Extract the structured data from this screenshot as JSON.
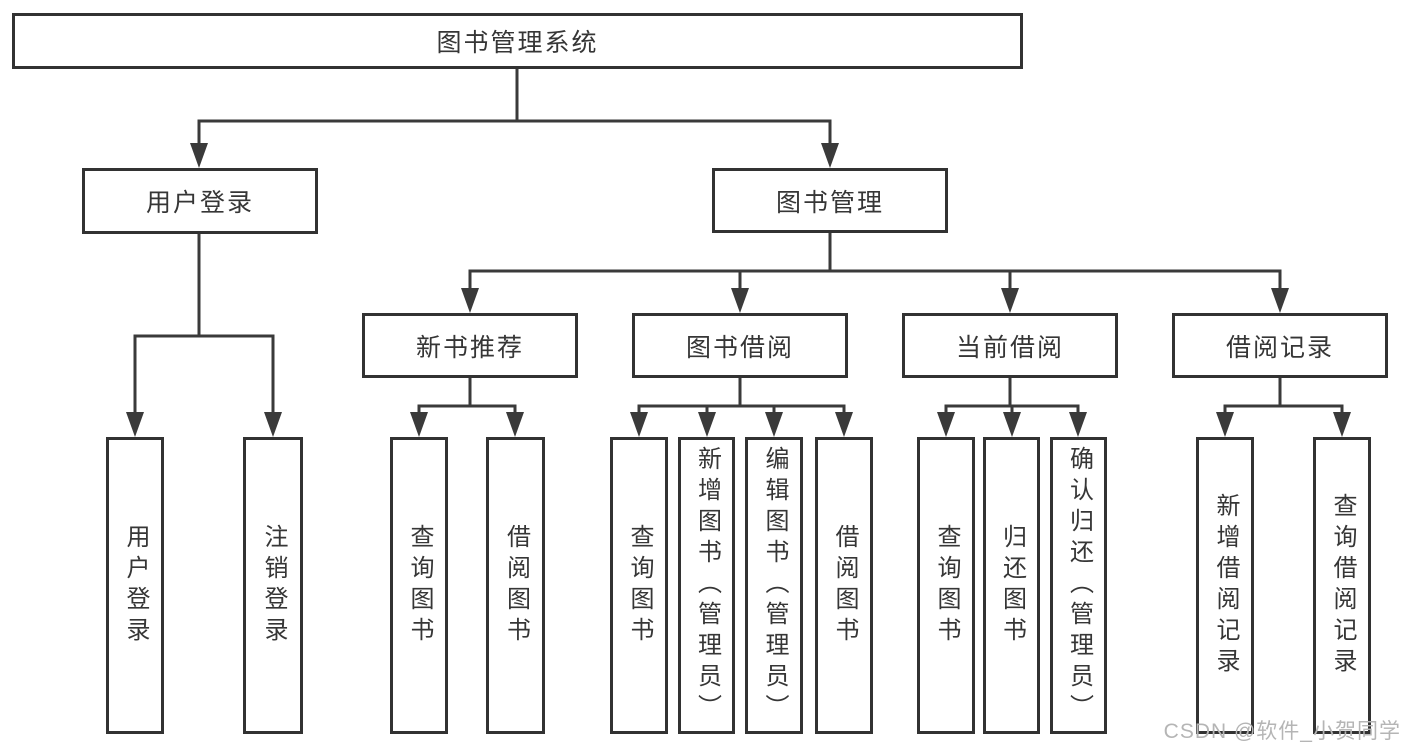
{
  "diagram": {
    "root": {
      "label": "图书管理系统"
    },
    "branches": [
      {
        "label": "用户登录",
        "children": [
          {
            "label": "用户登录"
          },
          {
            "label": "注销登录"
          }
        ]
      },
      {
        "label": "图书管理",
        "children": [
          {
            "label": "新书推荐",
            "children": [
              {
                "label": "查询图书"
              },
              {
                "label": "借阅图书"
              }
            ]
          },
          {
            "label": "图书借阅",
            "children": [
              {
                "label": "查询图书"
              },
              {
                "label": "新增图书（管理员）"
              },
              {
                "label": "编辑图书（管理员）"
              },
              {
                "label": "借阅图书"
              }
            ]
          },
          {
            "label": "当前借阅",
            "children": [
              {
                "label": "查询图书"
              },
              {
                "label": "归还图书"
              },
              {
                "label": "确认归还（管理员）"
              }
            ]
          },
          {
            "label": "借阅记录",
            "children": [
              {
                "label": "新增借阅记录"
              },
              {
                "label": "查询借阅记录"
              }
            ]
          }
        ]
      }
    ]
  },
  "watermark": {
    "text": "CSDN @软件_小贺同学"
  },
  "colors": {
    "line": "#3a3a3a",
    "box_border": "#323232",
    "text": "#363636",
    "watermark": "#b5b5b5",
    "background": "#ffffff"
  }
}
